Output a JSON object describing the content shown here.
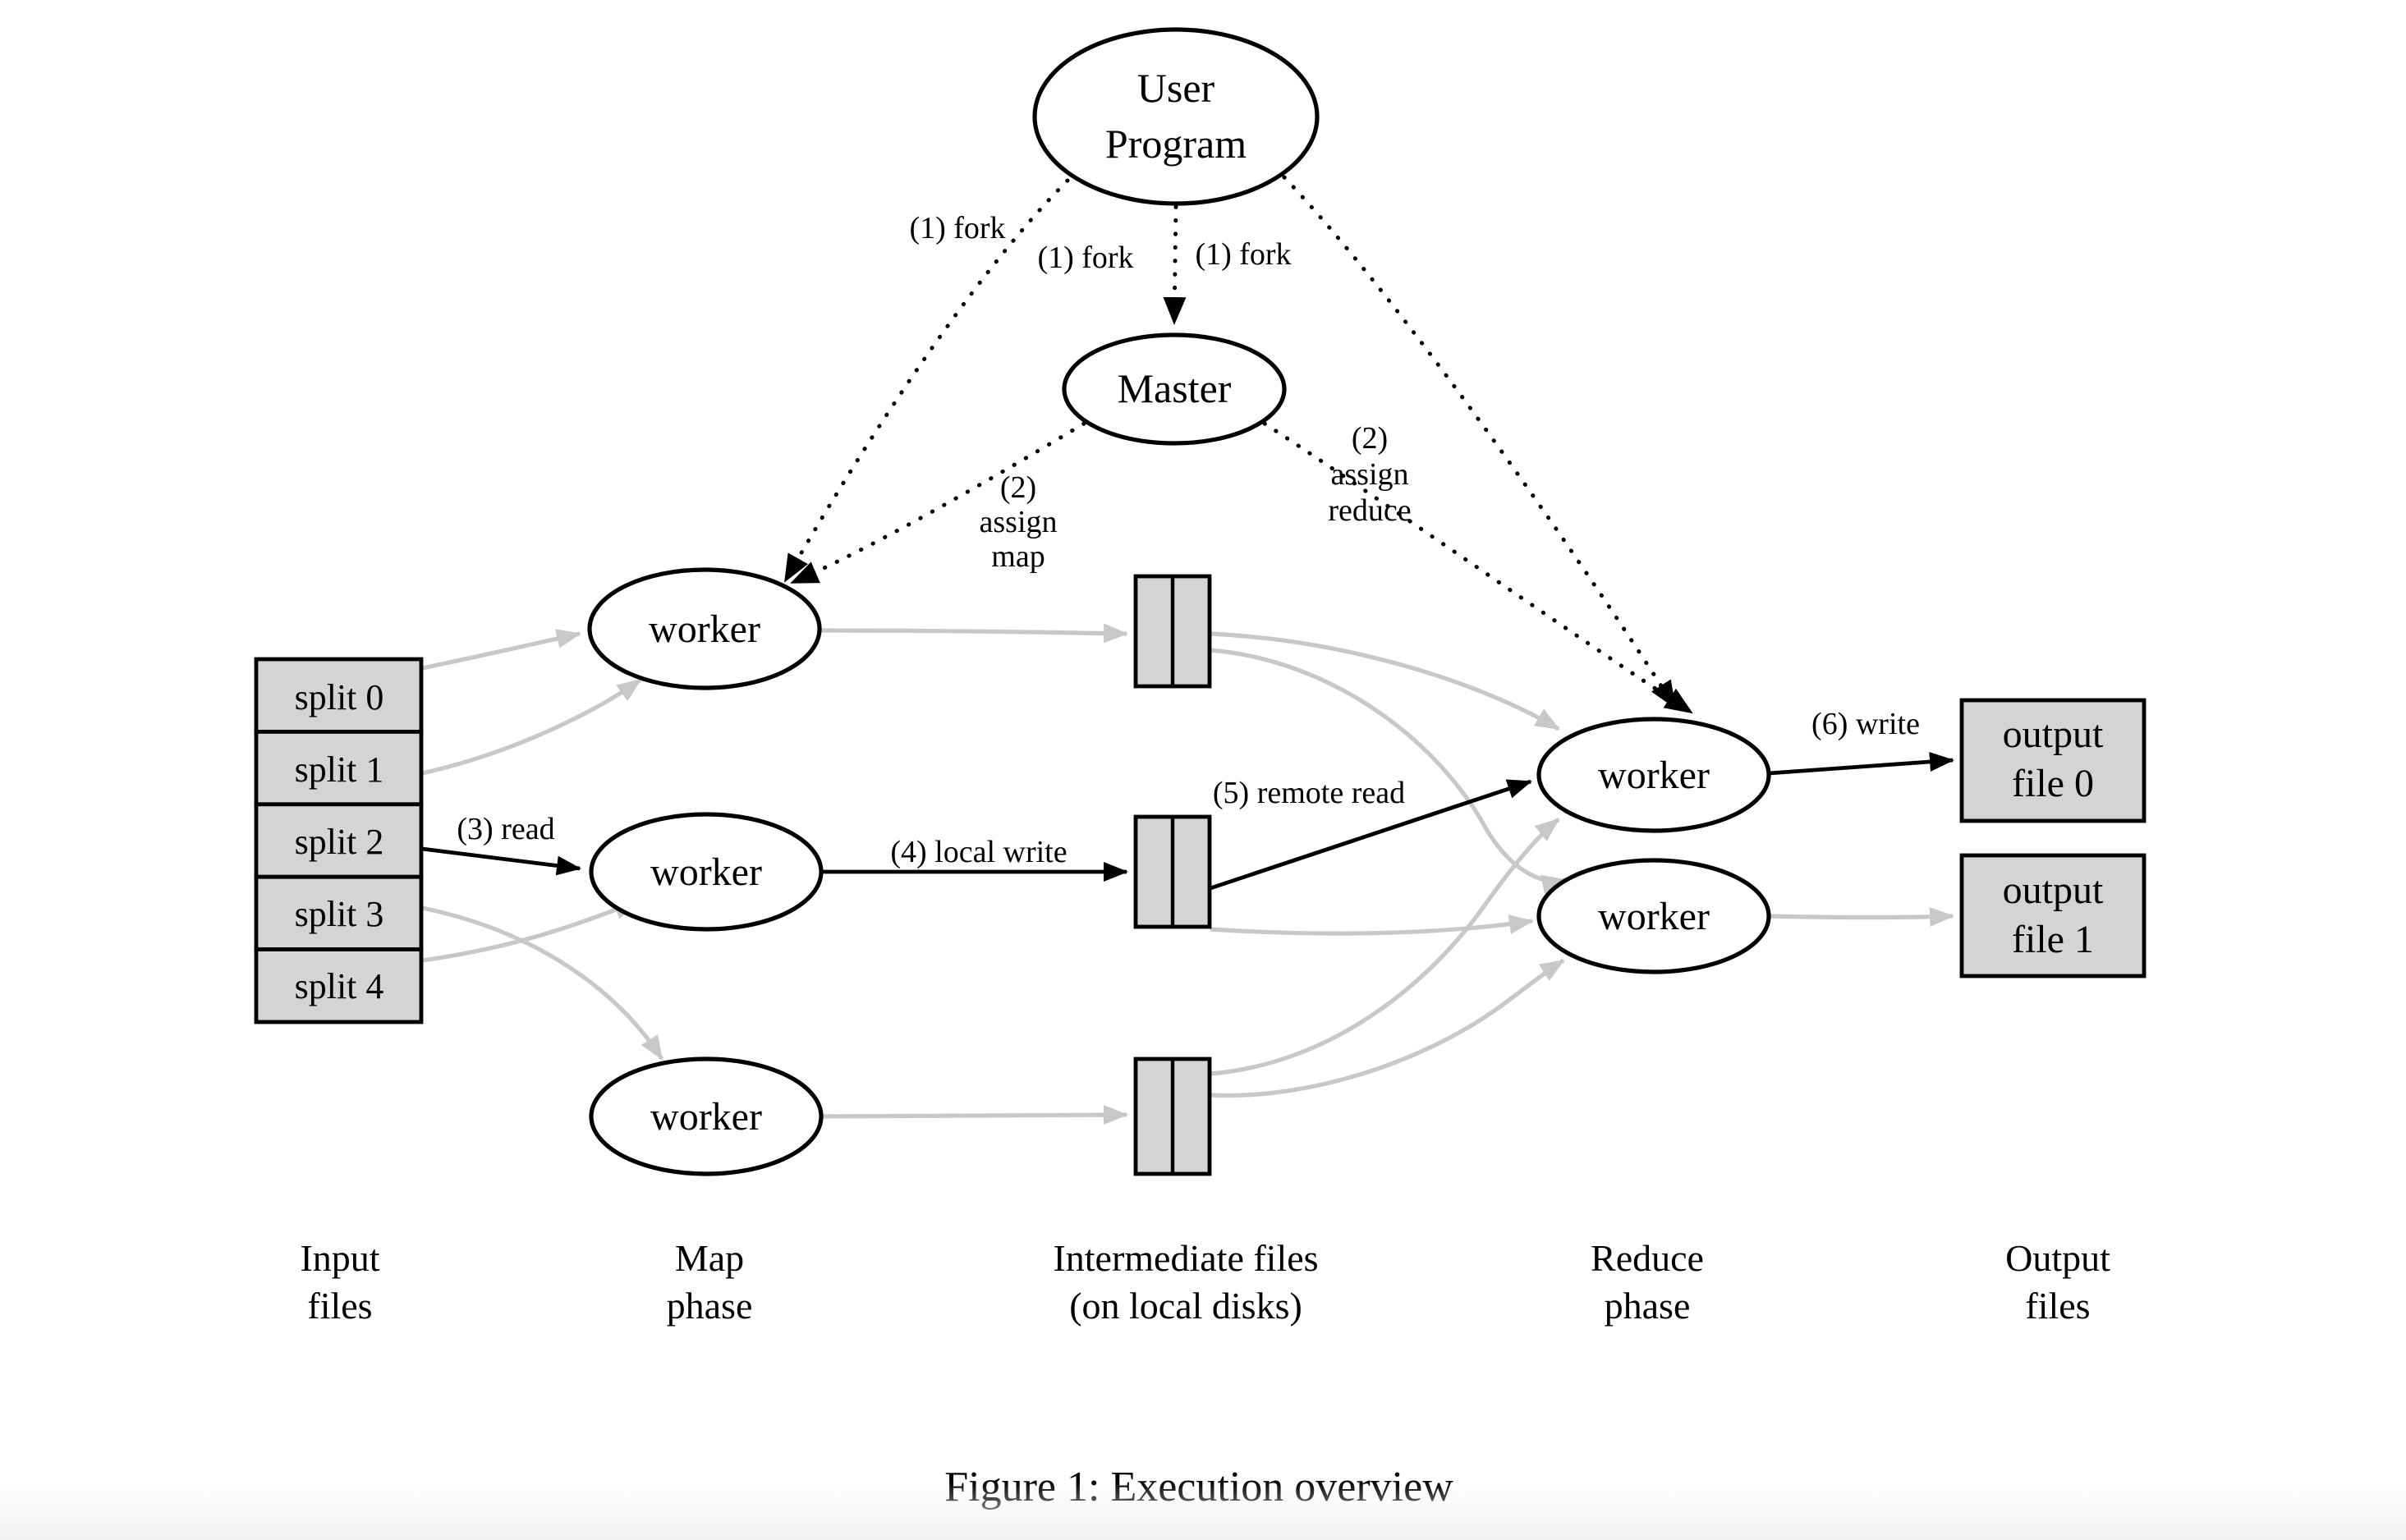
{
  "figure": {
    "caption": "Figure 1: Execution overview"
  },
  "nodes": {
    "user_program_lines": [
      "User",
      "Program"
    ],
    "master_label": "Master",
    "worker_label": "worker"
  },
  "input_files": {
    "splits": [
      "split 0",
      "split 1",
      "split 2",
      "split 3",
      "split 4"
    ]
  },
  "intermediate_files": {
    "count": 3,
    "partitions_per_file": 2
  },
  "output_files": [
    {
      "lines": [
        "output",
        "file 0"
      ]
    },
    {
      "lines": [
        "output",
        "file 1"
      ]
    }
  ],
  "edge_labels": {
    "fork_left": "(1) fork",
    "fork_center": "(1) fork",
    "fork_right": "(1) fork",
    "assign_map_lines": [
      "(2)",
      "assign",
      "map"
    ],
    "assign_reduce_lines": [
      "(2)",
      "assign",
      "reduce"
    ],
    "read": "(3) read",
    "local_write": "(4) local write",
    "remote_read": "(5) remote read",
    "write": "(6) write"
  },
  "column_labels": [
    {
      "lines": [
        "Input",
        "files"
      ]
    },
    {
      "lines": [
        "Map",
        "phase"
      ]
    },
    {
      "lines": [
        "Intermediate files",
        "(on local disks)"
      ]
    },
    {
      "lines": [
        "Reduce",
        "phase"
      ]
    },
    {
      "lines": [
        "Output",
        "files"
      ]
    }
  ],
  "colors": {
    "background": "#ffffff",
    "node_stroke": "#000000",
    "box_fill": "#d4d4d4",
    "gray_edge": "#c8c8c8",
    "text": "#000000"
  }
}
